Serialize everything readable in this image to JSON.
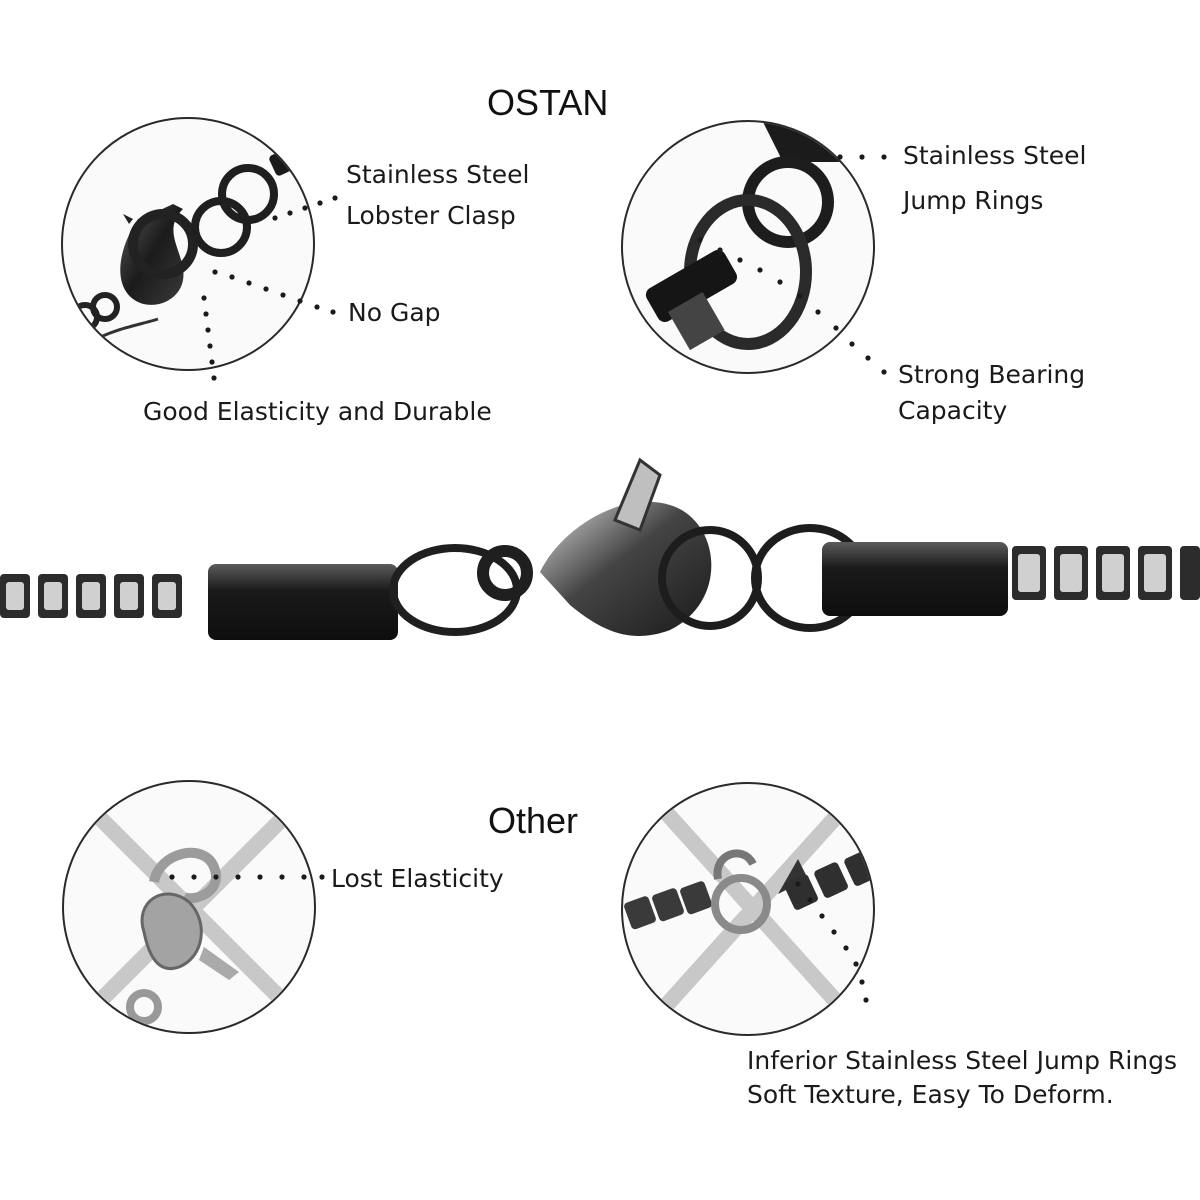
{
  "brand_section": {
    "title": "OSTAN",
    "callouts": {
      "clasp": [
        "Stainless Steel",
        "Lobster Clasp"
      ],
      "no_gap": "No Gap",
      "elasticity": "Good Elasticity and Durable",
      "rings": [
        "Stainless Steel",
        "Jump Rings"
      ],
      "bearing": [
        "Strong Bearing",
        "Capacity"
      ]
    }
  },
  "other_section": {
    "title": "Other",
    "callouts": {
      "lost": "Lost Elasticity",
      "inferior": [
        "Inferior Stainless Steel Jump Rings",
        "Soft Texture, Easy To Deform."
      ]
    }
  },
  "icons": [
    "lobster-clasp-closeup-image",
    "jump-ring-closeup-image",
    "necklace-clasp-image",
    "broken-clasp-image",
    "deformed-ring-image",
    "cross-mark-icon"
  ],
  "colors": {
    "metal_dark": "#1c1c1c",
    "metal_light": "#bdbdbd",
    "cross_mark": "#c8c8c8",
    "text": "#1a1a1a"
  }
}
